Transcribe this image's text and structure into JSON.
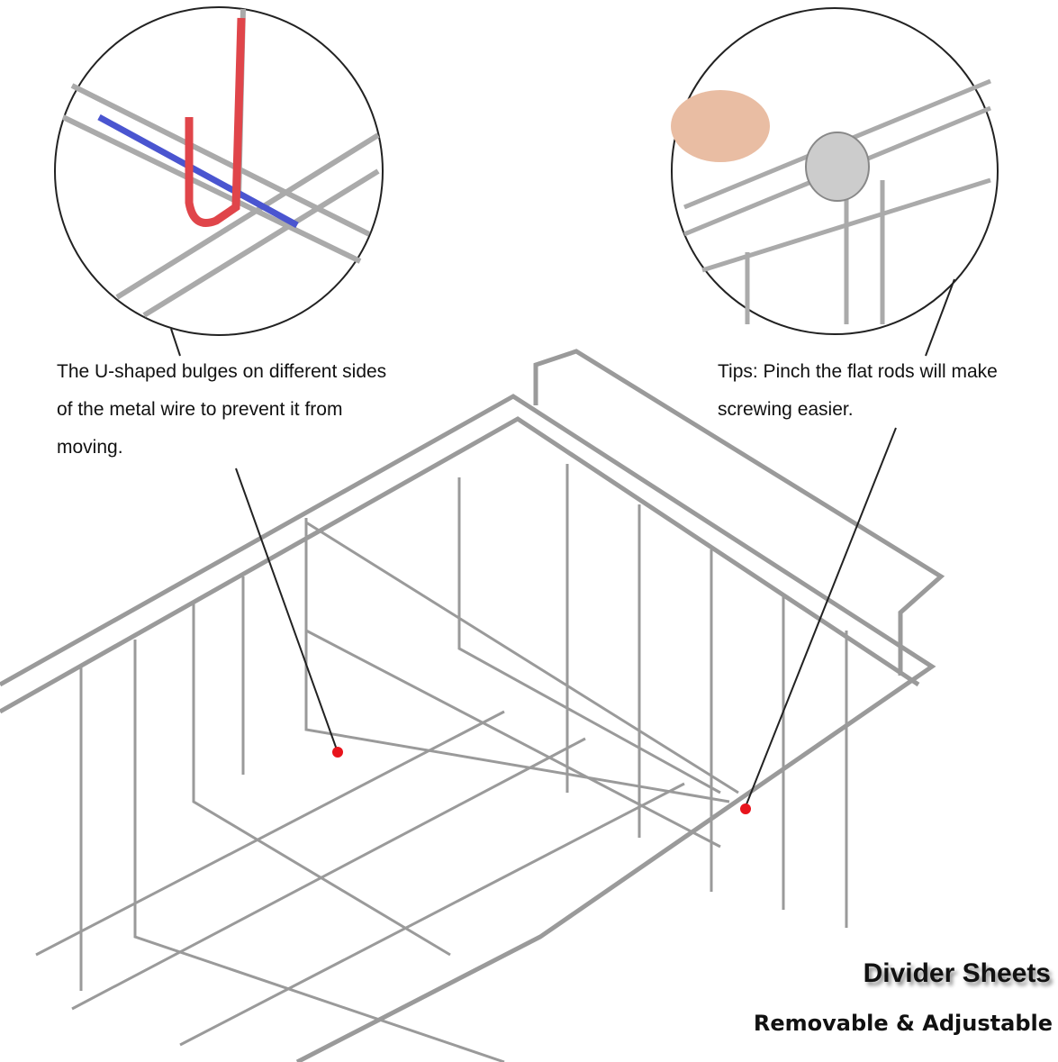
{
  "callouts": {
    "left": "The U-shaped bulges on different sides of the metal wire to prevent it from moving.",
    "right": "Tips: Pinch the flat rods will make screwing easier."
  },
  "feature": {
    "title": "Divider Sheets",
    "subtitle": "Removable & Adjustable"
  },
  "colors": {
    "marker": "#e8141c",
    "wire": "#9a9a9a",
    "hook": "#e0454a",
    "cross_wire": "#4a55d0"
  }
}
